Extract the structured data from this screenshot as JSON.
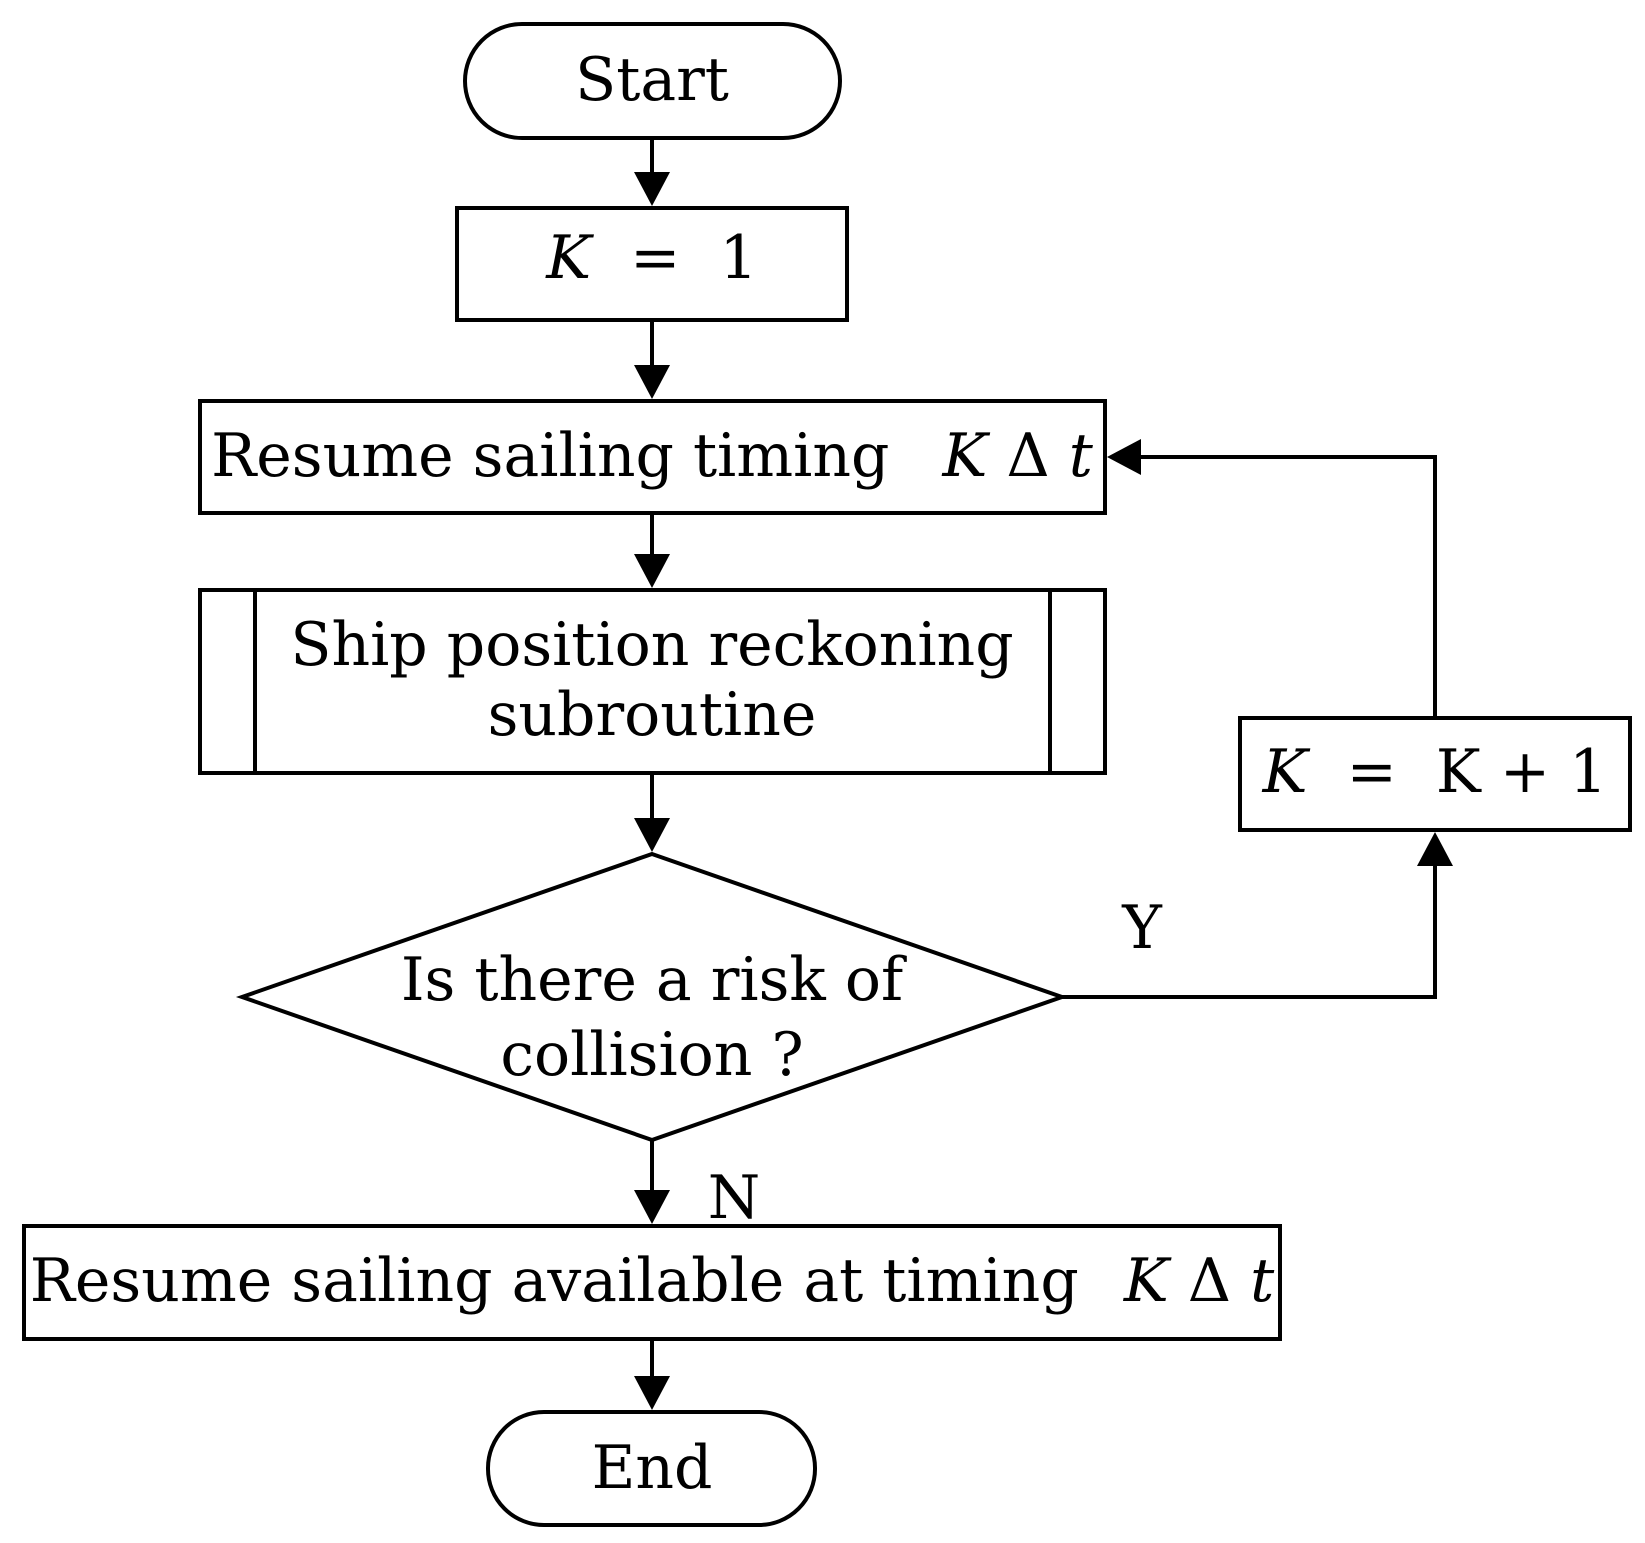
{
  "nodes": {
    "start": {
      "label": "Start"
    },
    "init": {
      "var": "K",
      "op": "=",
      "value": "1"
    },
    "resume": {
      "label": "Resume sailing timing",
      "var": "K",
      "delta": "Δ",
      "t": "t"
    },
    "subroutine": {
      "line1": "Ship position reckoning",
      "line2": "subroutine"
    },
    "decision": {
      "line1": "Is there a risk of",
      "line2": "collision ?"
    },
    "increment": {
      "var": "K",
      "op": "=",
      "expr": "K + 1"
    },
    "available": {
      "label": "Resume sailing available at timing",
      "var": "K",
      "delta": "Δ",
      "t": "t"
    },
    "end": {
      "label": "End"
    }
  },
  "edges": {
    "yes_label": "Y",
    "no_label": "N"
  }
}
